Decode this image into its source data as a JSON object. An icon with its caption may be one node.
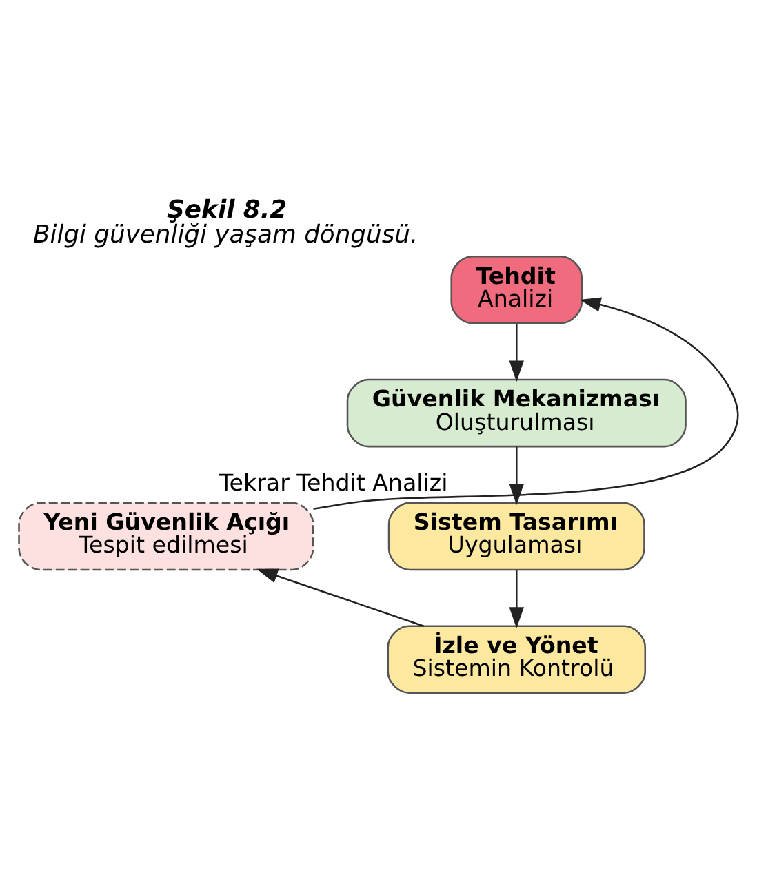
{
  "diagram": {
    "title": "Şekil 8.2",
    "caption": "Bilgi güvenliği yaşam döngüsü.",
    "nodes": [
      {
        "text": [
          "Tehdit",
          "Analizi"
        ]
      },
      {
        "text": [
          "Güvenlik Mekanizması",
          "Oluşturulması"
        ]
      },
      {
        "text": [
          "Sistem Tasarımı",
          "Uygulaması"
        ]
      },
      {
        "text": [
          "İzle ve Yönet",
          "Sistemin Kontrolü"
        ]
      },
      {
        "text": [
          "Yeni Güvenlik Açığı",
          "Tespit edilmesi"
        ]
      }
    ],
    "edges": [
      {
        "from": 0,
        "to": 1,
        "arrow": "to"
      },
      {
        "from": 1,
        "to": 2,
        "arrow": "to"
      },
      {
        "from": 2,
        "to": 3,
        "arrow": "to"
      },
      {
        "from": 3,
        "to": 4,
        "arrow": "to"
      },
      {
        "from": 4,
        "to": 0,
        "arrow": "to",
        "label": "Tekrar Tehdit Analizi"
      }
    ]
  }
}
